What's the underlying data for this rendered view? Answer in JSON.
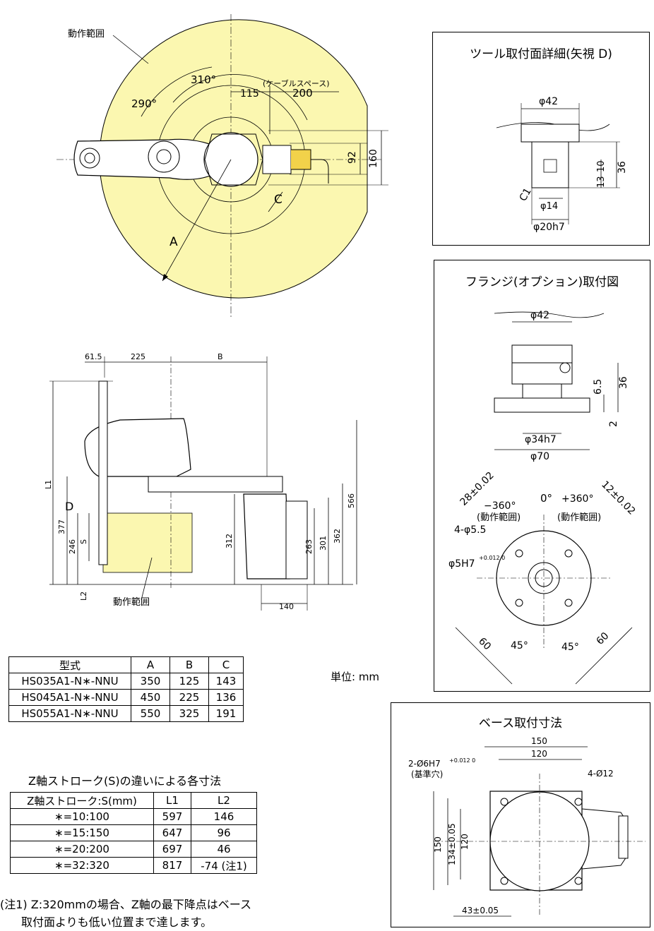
{
  "top_view": {
    "range_label": "動作範囲",
    "angle_310": "310°",
    "angle_290": "290°",
    "cable_label": "(ケーブルスペース)",
    "dim_115": "115",
    "dim_200": "200",
    "dim_92": "92",
    "dim_160": "160",
    "label_A": "A",
    "label_C": "C"
  },
  "side_view": {
    "dim_61_5": "61.5",
    "dim_225": "225",
    "label_B": "B",
    "label_L1": "L1",
    "label_D": "D",
    "dim_377": "377",
    "dim_246": "246",
    "label_S": "S",
    "label_L2": "L2",
    "dim_312": "312",
    "dim_263": "263",
    "dim_301": "301",
    "dim_362": "362",
    "dim_566": "566",
    "dim_140": "140",
    "range_label": "動作範囲"
  },
  "tool_detail": {
    "title": "ツール取付面詳細(矢視 D)",
    "phi42": "φ42",
    "phi14": "φ14",
    "phi20h7": "φ20h7",
    "c1": "C1",
    "dim_10": "10",
    "dim_13": "13",
    "dim_36": "36"
  },
  "flange_detail": {
    "title": "フランジ(オプション)取付図",
    "phi42": "φ42",
    "dim_6_5": "6.5",
    "dim_36": "36",
    "dim_2": "2",
    "phi34h7": "φ34h7",
    "phi70": "φ70",
    "tol_28": "28±0.02",
    "tol_12": "12±0.02",
    "minus360": "−360°",
    "range_paren_left": "(動作範囲)",
    "zero_deg": "0°",
    "plus360": "+360°",
    "range_paren_right": "(動作範囲)",
    "holes_4": "4-φ5.5",
    "phi5h7": "φ5H7",
    "phi5h7_tol": "+0.012 0",
    "dim_60_left": "60",
    "deg45_left": "45°",
    "deg45_right": "45°",
    "dim_60_right": "60"
  },
  "base_detail": {
    "title": "ベース取付寸法",
    "dim_150_top": "150",
    "dim_120_top": "120",
    "ref_holes": "2-Ø6H7",
    "ref_tol": "+0.012 0",
    "ref_label": "(基準穴)",
    "holes_12": "4-Ø12",
    "dim_150_left": "150",
    "dim_134": "134±0.05",
    "dim_120_left": "120",
    "dim_43": "43±0.05"
  },
  "model_table": {
    "headers": [
      "型式",
      "A",
      "B",
      "C"
    ],
    "rows": [
      [
        "HS035A1-N∗-NNU",
        "350",
        "125",
        "143"
      ],
      [
        "HS045A1-N∗-NNU",
        "450",
        "225",
        "136"
      ],
      [
        "HS055A1-N∗-NNU",
        "550",
        "325",
        "191"
      ]
    ]
  },
  "unit_label": "単位: mm",
  "stroke_table": {
    "title": "Z軸ストローク(S)の違いによる各寸法",
    "headers": [
      "Z軸ストローク:S(mm)",
      "L1",
      "L2"
    ],
    "rows": [
      [
        "∗=10:100",
        "597",
        "146"
      ],
      [
        "∗=15:150",
        "647",
        "96"
      ],
      [
        "∗=20:200",
        "697",
        "46"
      ],
      [
        "∗=32:320",
        "817",
        "-74 (注1)"
      ]
    ]
  },
  "note_line1": "(注1) Z:320mmの場合、Z軸の最下降点はベース",
  "note_line2": "取付面よりも低い位置まで達します。",
  "colors": {
    "range_fill": "#fbf7b0",
    "line": "#000000"
  }
}
